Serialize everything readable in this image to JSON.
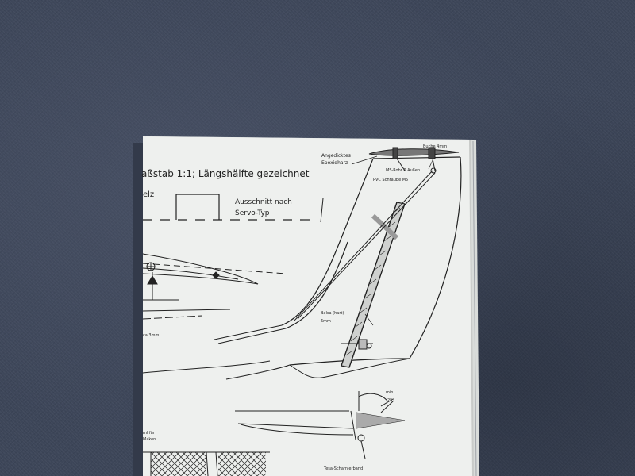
{
  "drawing": {
    "title_fragment": "aßstab 1:1; Längshälfte gezeichnet",
    "left_fragment": "elz",
    "cutout_label_line1": "Ausschnitt nach",
    "cutout_label_line2": "Servo-Typ",
    "adhesive_line1": "Angedicktes",
    "adhesive_line2": "Epoxidharz",
    "tube_label": "MS-Rohr 6 Außen",
    "screw_label": "PVC Schraube M5",
    "top_right_label": "Buche 4mm",
    "balsa_line1": "Balsa (hart)",
    "balsa_line2": "6mm",
    "thickness_label": "ca 3mm",
    "min_label": "min.",
    "angle_label": "25°",
    "tape_label": "Tesa-Scharnierband",
    "bottom_left_line1": "ml für",
    "bottom_left_line2": "Maken"
  },
  "colors": {
    "carpet": "#3d4659",
    "paper": "#eef0ee",
    "ink": "#222222"
  }
}
